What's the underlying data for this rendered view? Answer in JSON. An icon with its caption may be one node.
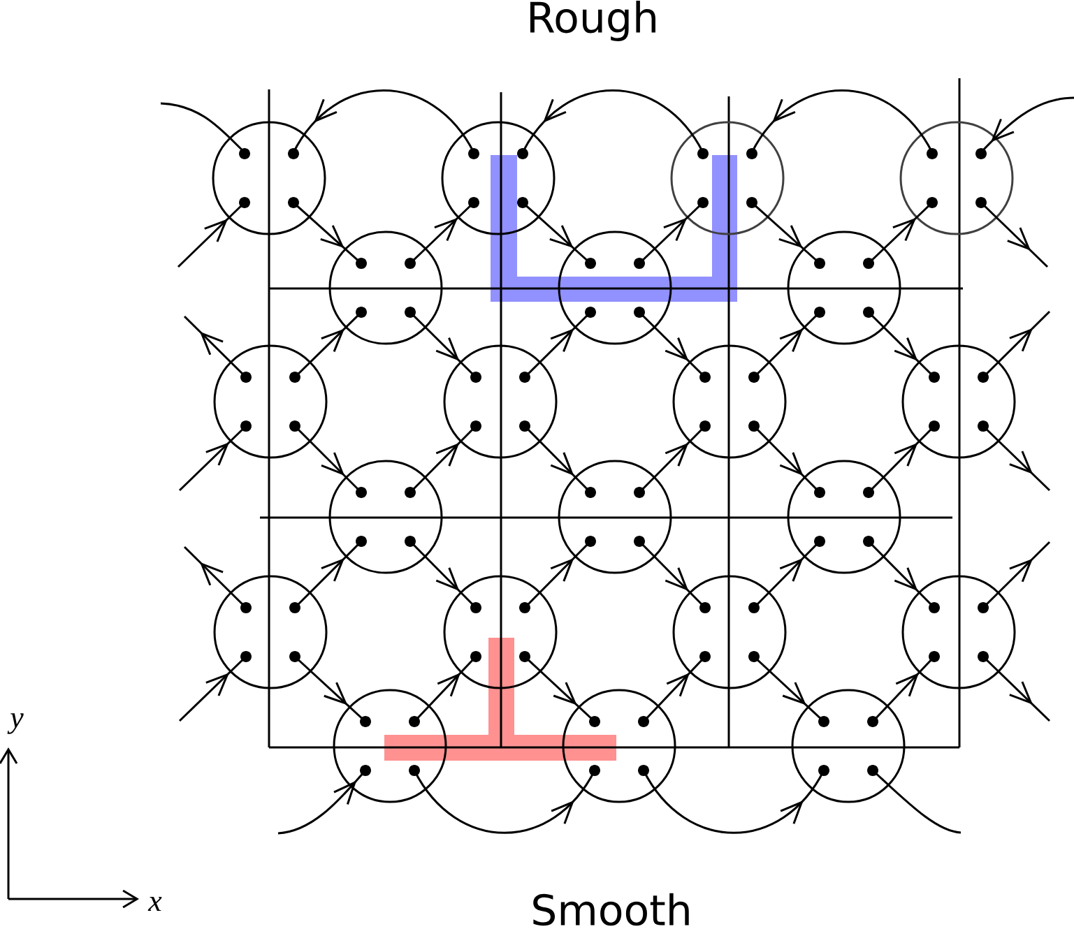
{
  "diagram": {
    "labels": [
      "Rough",
      "Smooth",
      "y",
      "x"
    ]
  }
}
